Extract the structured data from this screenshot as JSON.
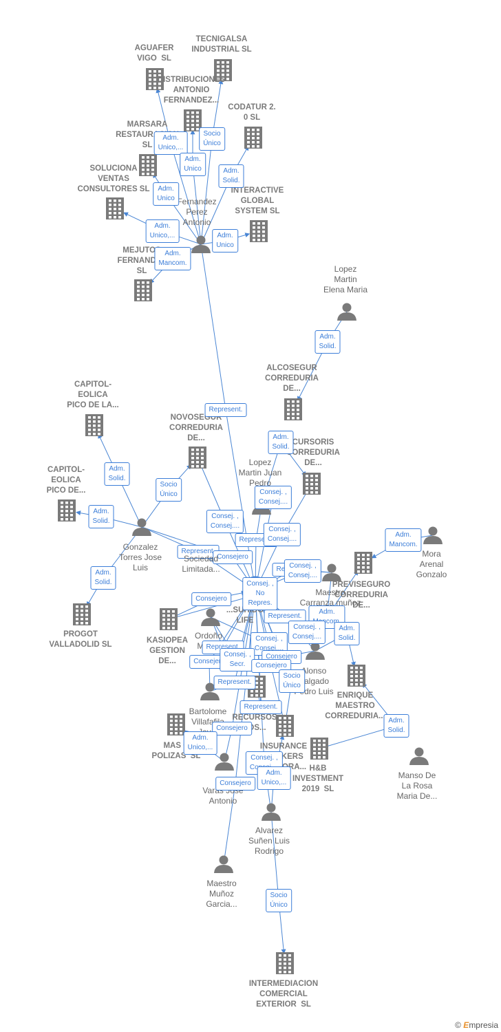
{
  "nodes": {
    "aguafer": {
      "label": "AGUAFER\nVIGO  SL",
      "type": "company"
    },
    "tecnigalsa": {
      "label": "TECNIGALSA\nINDUSTRIAL SL",
      "type": "company"
    },
    "distribuciones": {
      "label": "DISTRIBUCIONES\nANTONIO\nFERNANDEZ...",
      "type": "company"
    },
    "marsara": {
      "label": "MARSARA\nRESTAURACION\nSL",
      "type": "company"
    },
    "codatur": {
      "label": "CODATUR 2.\n0 SL",
      "type": "company"
    },
    "soluciona": {
      "label": "SOLUCIONA\nVENTAS\nCONSULTORES SL",
      "type": "company"
    },
    "interactive": {
      "label": "INTERACTIVE\nGLOBAL\nSYSTEM SL",
      "type": "company"
    },
    "fernandez": {
      "label": "Fernandez\nPerez\nAntonio",
      "type": "person"
    },
    "mejutos": {
      "label": "MEJUTOS\nFERNANDEZ\nSL",
      "type": "company"
    },
    "lopez_elena": {
      "label": "Lopez\nMartin\nElena Maria",
      "type": "person"
    },
    "alcosegur": {
      "label": "ALCOSEGUR\nCORREDURIA\nDE...",
      "type": "company"
    },
    "capitol1": {
      "label": "CAPITOL-\nEOLICA\nPICO DE LA...",
      "type": "company"
    },
    "novosegur": {
      "label": "NOVOSEGUR\nCORREDURIA\nDE...",
      "type": "company"
    },
    "cursoris": {
      "label": "CURSORIS\nCORREDURIA\nDE...",
      "type": "company"
    },
    "capitol2": {
      "label": "CAPITOL-\nEOLICA\nPICO DE...",
      "type": "company"
    },
    "lopez_juan": {
      "label": "Lopez\nMartin Juan\nPedro",
      "type": "person"
    },
    "gonzalez": {
      "label": "Gonzalez\nTorres Jose\nLuis",
      "type": "person"
    },
    "mora": {
      "label": "Mora\nArenal\nGonzalo",
      "type": "person"
    },
    "previseguro": {
      "label": "PREVISEGURO\nCORREDURIA\nDE...",
      "type": "company"
    },
    "maestro_carranza": {
      "label": "Maestro\nCarranza muñoz\nFern...",
      "type": "person"
    },
    "progot": {
      "label": "PROGOT\nVALLADOLID SL",
      "type": "company"
    },
    "kasiopea": {
      "label": "KASIOPEA\nGESTION\nDE...",
      "type": "company"
    },
    "ordono": {
      "label": "Ordoño\nMartin",
      "type": "person"
    },
    "alonso": {
      "label": "Alonso\nSalgado\nPedro Luis",
      "type": "person"
    },
    "enrique": {
      "label": "ENRIQUE\nMAESTRO\nCORREDURIA...",
      "type": "company"
    },
    "bartolome": {
      "label": "Bartolome\nVillafafila\nJav...",
      "type": "person"
    },
    "recursos": {
      "label": "RECURSOS\nLOS...",
      "type": "company"
    },
    "mas_polizas": {
      "label": "MAS C\nPOLIZAS  SL",
      "type": "company"
    },
    "insurance": {
      "label": "INSURANCE\nBROKERS\nGESTORA...",
      "type": "company"
    },
    "hb": {
      "label": "H&B\nINVESTMENT\n2019  SL",
      "type": "company"
    },
    "manso": {
      "label": "Manso De\nLa Rosa\nMaria De...",
      "type": "person"
    },
    "varas": {
      "label": "Varas Jose\nAntonio",
      "type": "person"
    },
    "alvarez": {
      "label": "Alvarez\nSuñen Luis\nRodrigo",
      "type": "person"
    },
    "maestro_garcia": {
      "label": "Maestro\nMuñoz\nGarcia...",
      "type": "person"
    },
    "intermediacion": {
      "label": "INTERMEDIACION\nCOMERCIAL\nEXTERIOR  SL",
      "type": "company"
    },
    "center": {
      "label": "...SUHIDO\nLIFE",
      "type": "company",
      "highlight": true
    }
  },
  "edges": [
    {
      "label": "Adm.\nUnico,...",
      "from": "fernandez",
      "to": "aguafer"
    },
    {
      "label": "Socio\nÚnico",
      "from": "fernandez",
      "to": "tecnigalsa"
    },
    {
      "label": "Adm.\nUnico",
      "from": "fernandez",
      "to": "distribuciones"
    },
    {
      "label": "Adm.\nSolid.",
      "from": "fernandez",
      "to": "codatur"
    },
    {
      "label": "Adm.\nUnico",
      "from": "fernandez",
      "to": "marsara"
    },
    {
      "label": "Adm.\nUnico,...",
      "from": "fernandez",
      "to": "soluciona"
    },
    {
      "label": "Adm.\nUnico",
      "from": "fernandez",
      "to": "interactive"
    },
    {
      "label": "Adm.\nMancom.",
      "from": "fernandez",
      "to": "mejutos"
    },
    {
      "label": "Adm.\nSolid.",
      "from": "lopez_elena",
      "to": "alcosegur"
    },
    {
      "label": "Represent.",
      "from": "fernandez",
      "to": "center"
    },
    {
      "label": "Adm.\nSolid.",
      "from": "lopez_juan",
      "to": "cursoris"
    },
    {
      "label": "Adm.\nSolid.",
      "from": "gonzalez",
      "to": "capitol1"
    },
    {
      "label": "Socio\nÚnico",
      "from": "gonzalez",
      "to": "novosegur"
    },
    {
      "label": "Adm.\nSolid.",
      "from": "gonzalez",
      "to": "capitol2"
    },
    {
      "label": "Adm.\nSolid.",
      "from": "gonzalez",
      "to": "progot"
    },
    {
      "label": "Consej. ,\nConsej....",
      "from": "lopez_juan",
      "to": "center"
    },
    {
      "label": "Consej. ,\nConsej....",
      "from": "novosegur",
      "to": "center"
    },
    {
      "label": "Represent.",
      "from": "gonzalez",
      "to": "center"
    },
    {
      "label": "Represent.",
      "from": "lopez_juan",
      "to": "center"
    },
    {
      "label": "Consejero",
      "from": "gonzalez",
      "to": "center"
    },
    {
      "label": "Consej. ,\nConsej....",
      "from": "cursoris",
      "to": "center"
    },
    {
      "label": "Adm.\nMancom.",
      "from": "mora",
      "to": "previseguro"
    },
    {
      "label": "Represent.",
      "from": "maestro_carranza",
      "to": "center"
    },
    {
      "label": "Consej. ,\nConsej....",
      "from": "maestro_carranza",
      "to": "center"
    },
    {
      "label": "Consej. ,\nNo\nRepres.",
      "from": "kasiopea",
      "to": "center"
    },
    {
      "label": "Consejero",
      "from": "kasiopea",
      "to": "center"
    },
    {
      "label": "Represent.",
      "from": "alonso",
      "to": "center"
    },
    {
      "label": "Adm.\nMancom.",
      "from": "maestro_carranza",
      "to": "previseguro"
    },
    {
      "label": "Adm.\nSolid.",
      "from": "alonso",
      "to": "enrique"
    },
    {
      "label": "Consej. ,\nConsej....",
      "from": "alonso",
      "to": "center"
    },
    {
      "label": "Consej. ,\nConsej....",
      "from": "ordono",
      "to": "center"
    },
    {
      "label": "Represent.",
      "from": "ordono",
      "to": "center"
    },
    {
      "label": "Consejero",
      "from": "alonso",
      "to": "center"
    },
    {
      "label": "Consejero",
      "from": "bartolome",
      "to": "center"
    },
    {
      "label": "Consej. ,\nSecr.",
      "from": "ordono",
      "to": "center"
    },
    {
      "label": "Consejero",
      "from": "insurance",
      "to": "center"
    },
    {
      "label": "Represent.",
      "from": "bartolome",
      "to": "center"
    },
    {
      "label": "Socio\nÚnico",
      "from": "insurance",
      "to": "center"
    },
    {
      "label": "Represent.",
      "from": "recursos",
      "to": "center"
    },
    {
      "label": "Consejero",
      "from": "varas",
      "to": "center"
    },
    {
      "label": "Adm.\nUnico,...",
      "from": "varas",
      "to": "mas_polizas"
    },
    {
      "label": "Consej. ,\nConsej....",
      "from": "alvarez",
      "to": "center"
    },
    {
      "label": "Adm.\nUnico,...",
      "from": "alvarez",
      "to": "insurance"
    },
    {
      "label": "Consejero",
      "from": "maestro_garcia",
      "to": "center"
    },
    {
      "label": "Adm.\nSolid.",
      "from": "hb",
      "to": "enrique"
    },
    {
      "label": "Socio\nÚnico",
      "from": "alvarez",
      "to": "intermediacion"
    }
  ],
  "legend_text": {
    "partial_label": "Sociedad\nLimitada..."
  },
  "footer": {
    "copyright": "©",
    "brand": "mpresia",
    "brand_initial": "E"
  },
  "colors": {
    "line": "#4a86d4",
    "icon": "#7a7a7a",
    "highlight": "#e8553a",
    "chip_border": "#3b7dd8"
  }
}
